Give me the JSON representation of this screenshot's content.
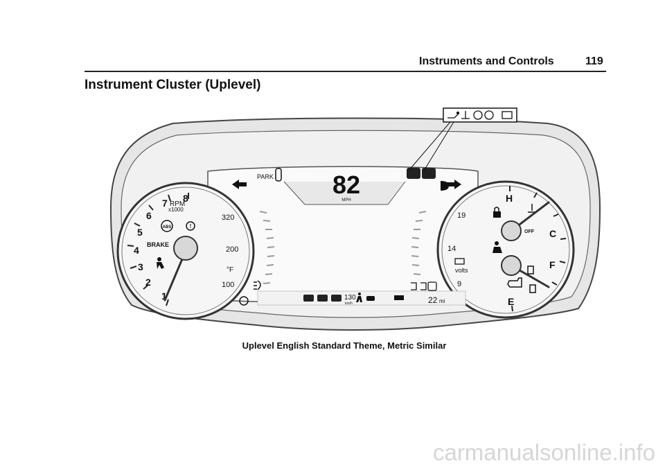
{
  "header": {
    "section": "Instruments and Controls",
    "page": "119"
  },
  "title": "Instrument Cluster (Uplevel)",
  "caption": "Uplevel English Standard Theme, Metric Similar",
  "watermark": "carmanualsonline.info",
  "cluster": {
    "tach": {
      "numbers": [
        "1",
        "2",
        "3",
        "4",
        "5",
        "6",
        "7",
        "8"
      ],
      "unit": "RPM",
      "multiplier": "x1000",
      "brake_label": "BRAKE",
      "abs_label": "ABS"
    },
    "speed_scale": [
      "320",
      "200",
      "100"
    ],
    "coolant_unit": "°F",
    "display": {
      "speed": "82",
      "speed_unit": "MPH",
      "park": "PARK",
      "speed_limit": "130",
      "speed_limit_unit": "km/h",
      "trip": "22",
      "trip_unit": "mi"
    },
    "volt": {
      "numbers": [
        "19",
        "14",
        "9"
      ],
      "unit": "volts"
    },
    "temp_fuel": {
      "labels": [
        "H",
        "C",
        "F",
        "E"
      ],
      "off_label": "OFF"
    },
    "icon_strip": [
      "oil-pressure-icon",
      "coolant-temp-icon",
      "tire-pressure-icon",
      "engine-icon",
      "battery-icon"
    ]
  }
}
